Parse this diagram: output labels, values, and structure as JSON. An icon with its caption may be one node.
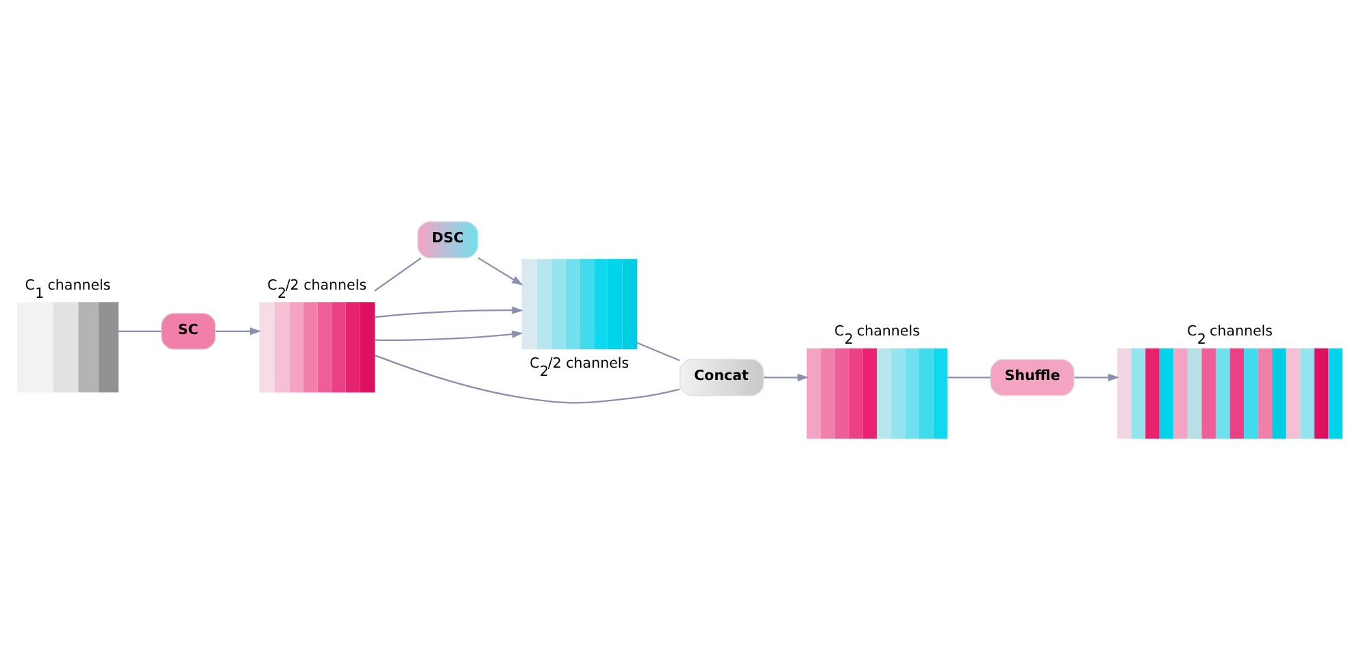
{
  "diagram": {
    "nodes": [
      {
        "text": [
          "C$_{1}$ channels"
        ]
      },
      {
        "text": [
          "SC"
        ]
      },
      {
        "text": [
          "C$_{2}$/2 channels"
        ]
      },
      {
        "text": [
          "DSC"
        ]
      },
      {
        "text": [
          "C$_{2}$/2 channels"
        ]
      },
      {
        "text": [
          "Concat"
        ]
      },
      {
        "text": [
          "C$_{2}$ channels"
        ]
      },
      {
        "text": [
          "Shuffle"
        ]
      },
      {
        "text": [
          "C$_{2}$ channels"
        ]
      }
    ],
    "edges": [
      {
        "from": 0,
        "to": 1,
        "arrow": "none"
      },
      {
        "from": 1,
        "to": 2,
        "arrow": "to"
      },
      {
        "from": 2,
        "to": 4,
        "arrow": "to"
      },
      {
        "from": 2,
        "to": 3,
        "arrow": "none"
      },
      {
        "from": 3,
        "to": 4,
        "arrow": "to"
      },
      {
        "from": 2,
        "to": 4,
        "arrow": "to"
      },
      {
        "from": 2,
        "to": 5,
        "arrow": "none"
      },
      {
        "from": 4,
        "to": 5,
        "arrow": "none"
      },
      {
        "from": 5,
        "to": 6,
        "arrow": "to"
      },
      {
        "from": 6,
        "to": 7,
        "arrow": "none"
      },
      {
        "from": 7,
        "to": 8,
        "arrow": "to"
      }
    ]
  }
}
